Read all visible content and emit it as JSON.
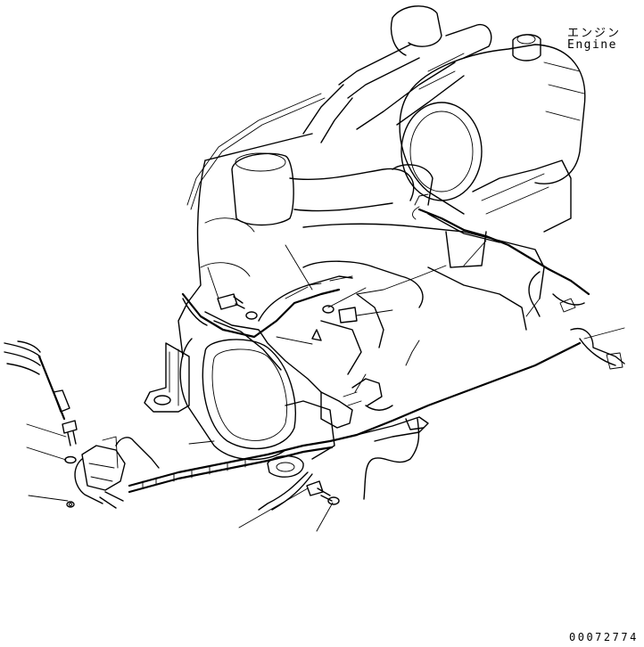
{
  "labels": {
    "engine_jp": "エンジン",
    "engine_en": "Engine"
  },
  "figure_number": "00072774"
}
